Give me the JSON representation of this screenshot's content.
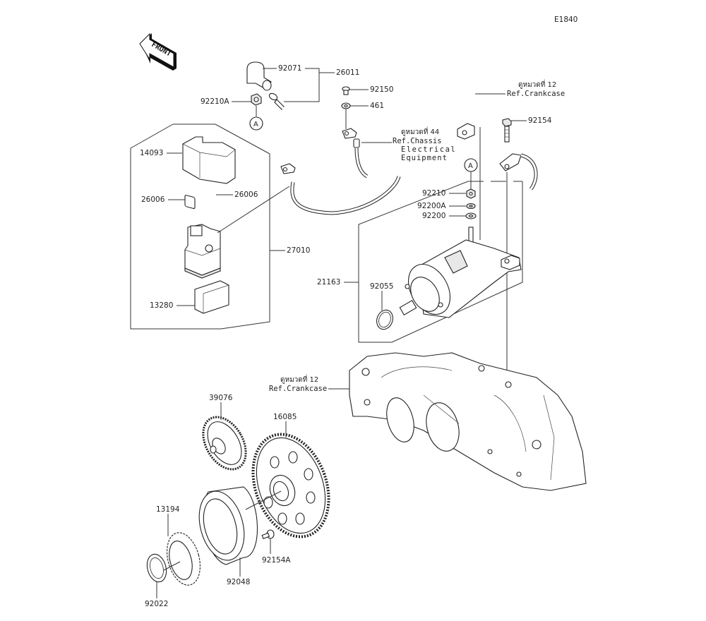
{
  "diagram": {
    "code": "E1840",
    "front_arrow_text": "FRONT",
    "ref_marker": "A"
  },
  "callouts": {
    "p92071": "92071",
    "p26011": "26011",
    "p92150": "92150",
    "p92210A": "92210A",
    "p461": "461",
    "p14093": "14093",
    "p26006a": "26006",
    "p26006b": "26006",
    "p27010": "27010",
    "p13280": "13280",
    "p92154": "92154",
    "p92210": "92210",
    "p92200A": "92200A",
    "p92200": "92200",
    "p21163": "21163",
    "p92055": "92055",
    "p39076": "39076",
    "p16085": "16085",
    "p13194": "13194",
    "p92048": "92048",
    "p92154A": "92154A",
    "p92022": "92022"
  },
  "references": {
    "chassis": {
      "thai": "ดูหมวดที่ 44",
      "line1": "Ref.Chassis",
      "line2": "Electrical",
      "line3": "Equipment"
    },
    "crankcase_top": {
      "thai": "ดูหมวดที่ 12",
      "line1": "Ref.Crankcase"
    },
    "crankcase_mid": {
      "thai": "ดูหมวดที่ 12",
      "line1": "Ref.Crankcase"
    }
  }
}
